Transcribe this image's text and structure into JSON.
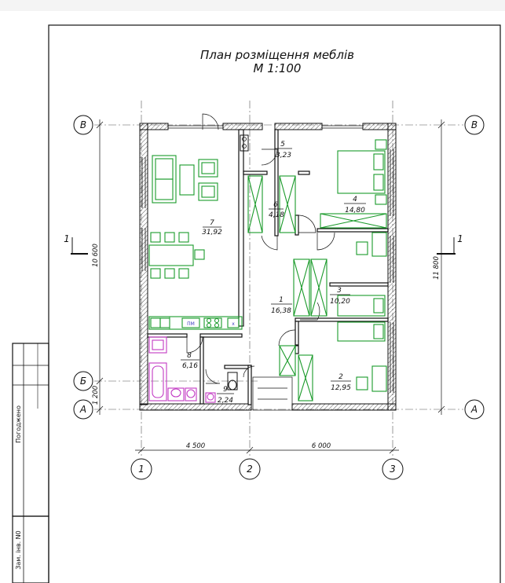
{
  "title": {
    "line1": "План розміщення меблів",
    "line2": "М 1:100"
  },
  "axes": {
    "rows": [
      "В",
      "Б",
      "А"
    ],
    "columns": [
      "1",
      "2",
      "3"
    ]
  },
  "section_mark": "1",
  "dimensions": {
    "bottom_1": "4 500",
    "bottom_2": "6 000",
    "left_overall": "10 600",
    "left_small": "1 200",
    "right_overall": "11 800"
  },
  "rooms": [
    {
      "num": "7",
      "area": "31,92"
    },
    {
      "num": "5",
      "area": "3,23"
    },
    {
      "num": "6",
      "area": "4,18"
    },
    {
      "num": "4",
      "area": "14,80"
    },
    {
      "num": "1",
      "area": "16,38"
    },
    {
      "num": "3",
      "area": "10,20"
    },
    {
      "num": "8",
      "area": "6,16"
    },
    {
      "num": "9",
      "area": "2,24"
    },
    {
      "num": "2",
      "area": "12,95"
    }
  ],
  "kitchen_labels": {
    "dishwasher": "ПМ",
    "hood": "х"
  },
  "stamp": {
    "agreed": "Погоджено",
    "inv": "Зам. інв. N0"
  },
  "colors": {
    "furniture": "#1a9a2a",
    "plumbing": "#c23ac4",
    "lines": "#111111"
  }
}
